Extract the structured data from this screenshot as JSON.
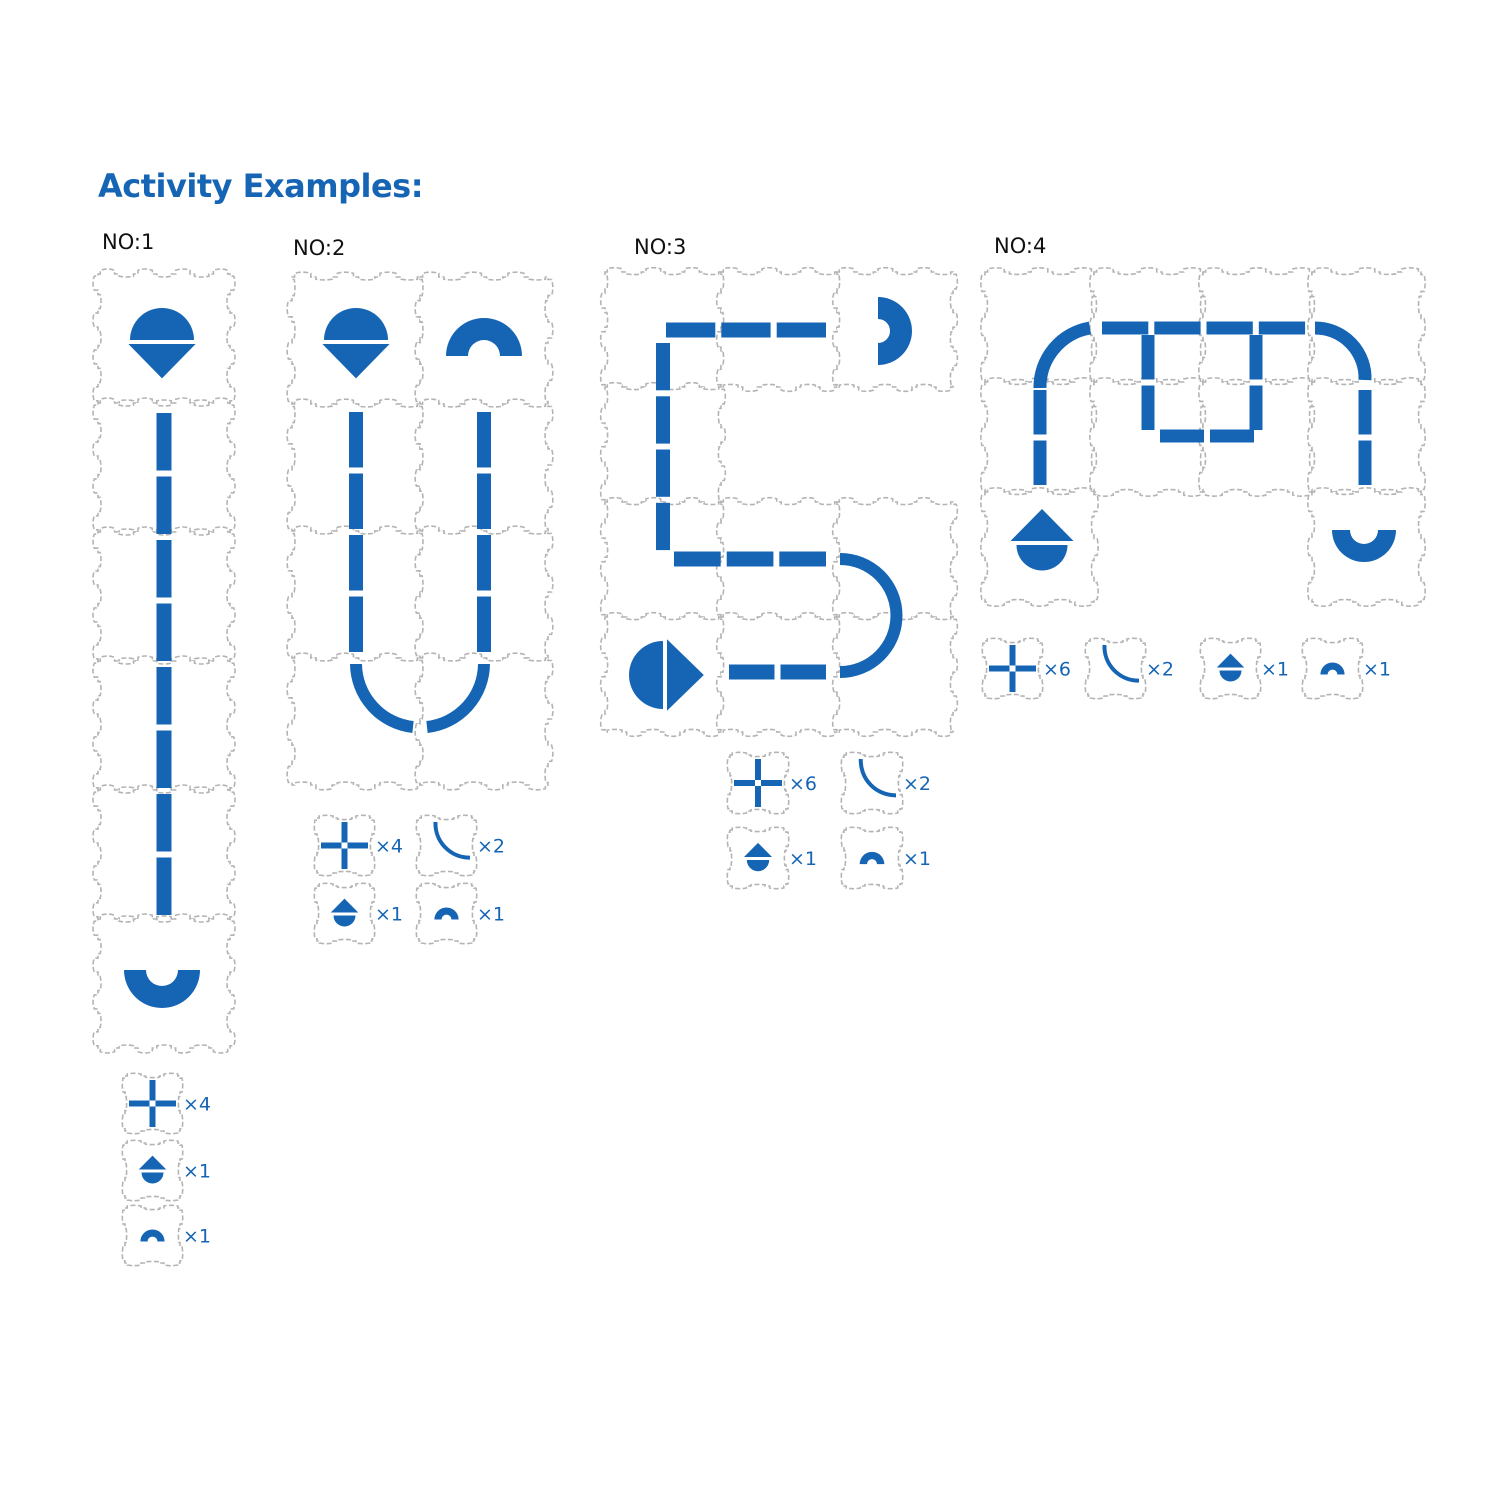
{
  "page": {
    "title": "Activity Examples:",
    "accent_color": "#1565b4",
    "tile_border_color": "#b4b4b4"
  },
  "examples": [
    {
      "label": "NO:1",
      "tiles": [
        "start-tile",
        "straight-tile",
        "straight-tile",
        "straight-tile",
        "straight-tile",
        "finish-tile"
      ],
      "parts": [
        {
          "icon": "straight-tile-icon",
          "count": "×4"
        },
        {
          "icon": "start-tile-icon",
          "count": "×1"
        },
        {
          "icon": "finish-tile-icon",
          "count": "×1"
        }
      ]
    },
    {
      "label": "NO:2",
      "tiles": [
        "start-tile",
        "finish-tile",
        "straight-tile",
        "straight-tile",
        "straight-tile",
        "straight-tile",
        "curve-tile",
        "curve-tile"
      ],
      "parts": [
        {
          "icon": "straight-tile-icon",
          "count": "×4"
        },
        {
          "icon": "curve-tile-icon",
          "count": "×2"
        },
        {
          "icon": "start-tile-icon",
          "count": "×1"
        },
        {
          "icon": "finish-tile-icon",
          "count": "×1"
        }
      ]
    },
    {
      "label": "NO:3",
      "tiles": [
        "curve-tile",
        "straight-tile",
        "finish-tile",
        "straight-tile",
        "curve-tile",
        "straight-tile",
        "curve-tile",
        "start-tile",
        "straight-tile",
        "curve-tile"
      ],
      "parts": [
        {
          "icon": "straight-tile-icon",
          "count": "×6"
        },
        {
          "icon": "curve-tile-icon",
          "count": "×2"
        },
        {
          "icon": "start-tile-icon",
          "count": "×1"
        },
        {
          "icon": "finish-tile-icon",
          "count": "×1"
        }
      ]
    },
    {
      "label": "NO:4",
      "tiles": [
        "curve-tile",
        "straight-tile",
        "straight-tile",
        "curve-tile",
        "straight-tile",
        "straight-tile",
        "straight-tile",
        "straight-tile",
        "start-tile",
        "finish-tile"
      ],
      "parts": [
        {
          "icon": "straight-tile-icon",
          "count": "×6"
        },
        {
          "icon": "curve-tile-icon",
          "count": "×2"
        },
        {
          "icon": "start-tile-icon",
          "count": "×1"
        },
        {
          "icon": "finish-tile-icon",
          "count": "×1"
        }
      ]
    }
  ]
}
